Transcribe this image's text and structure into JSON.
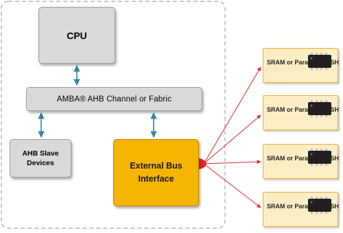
{
  "cpu": {
    "label": "CPU"
  },
  "bus": {
    "label": "AMBA® AHB Channel or Fabric"
  },
  "ahb_slave": {
    "label": "AHB Slave\nDevices"
  },
  "external_bus_interface": {
    "label": "External Bus\nInterface"
  },
  "memories": [
    {
      "label": "SRAM or\nParallel FLASH",
      "icon": "memory-chip-icon"
    },
    {
      "label": "SRAM or\nParallel FLASH",
      "icon": "memory-chip-icon"
    },
    {
      "label": "SRAM or\nParallel FLASH",
      "icon": "memory-chip-icon"
    },
    {
      "label": "SRAM or\nParallel FLASH",
      "icon": "memory-chip-icon"
    }
  ],
  "colors": {
    "bus_arrow": "#2f86a0",
    "fanout_arrow": "#e02626",
    "ebi_fill": "#f5b400",
    "memory_fill": "#fdedc4",
    "block_fill": "#d9d9d9"
  }
}
